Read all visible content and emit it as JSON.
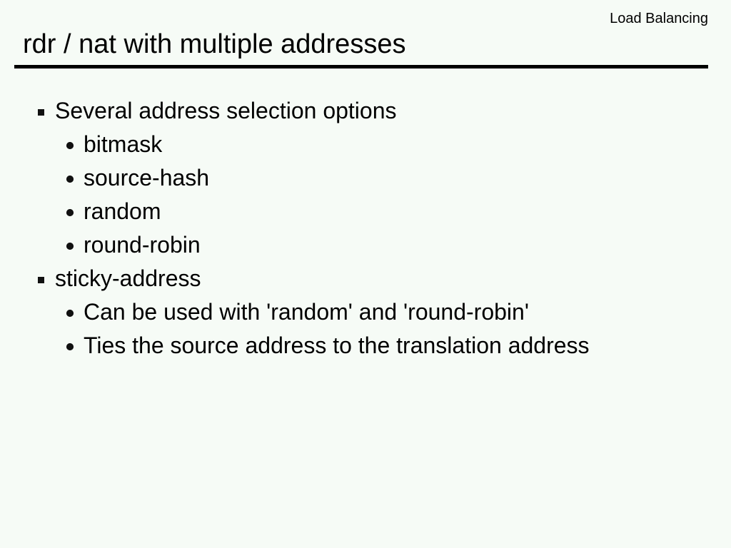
{
  "header": {
    "section": "Load Balancing",
    "title": "rdr / nat with multiple addresses"
  },
  "bullets": [
    {
      "text": "Several address selection options",
      "subitems": [
        "bitmask",
        "source-hash",
        "random",
        "round-robin"
      ]
    },
    {
      "text": "sticky-address",
      "subitems": [
        "Can be used with 'random' and 'round-robin'",
        "Ties the source address to the translation address"
      ]
    }
  ]
}
